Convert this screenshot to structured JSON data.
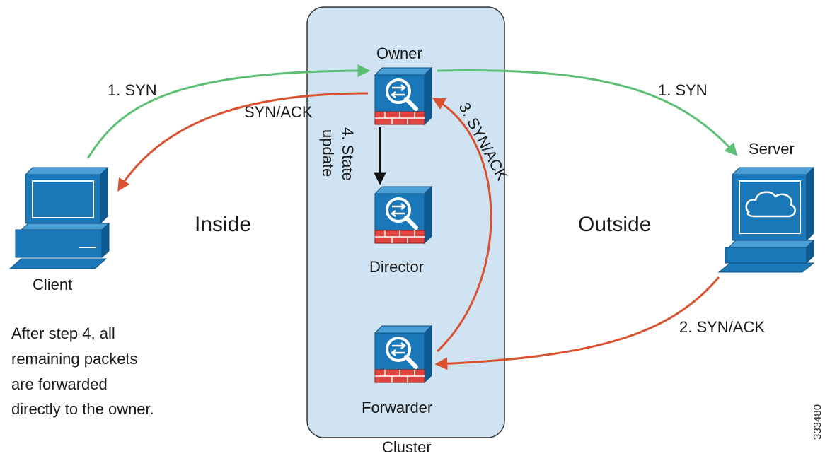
{
  "labels": {
    "owner": "Owner",
    "director": "Director",
    "forwarder": "Forwarder",
    "cluster": "Cluster",
    "client": "Client",
    "server": "Server",
    "inside": "Inside",
    "outside": "Outside",
    "syn_left": "1. SYN",
    "syn_right": "1. SYN",
    "synack_client": "SYN/ACK",
    "synack_server": "2. SYN/ACK",
    "synack_owner": "3. SYN/ACK",
    "state_update_line1": "4. State",
    "state_update_line2": "update",
    "note_line1": "After step 4, all",
    "note_line2": "remaining packets",
    "note_line3": "are forwarded",
    "note_line4": "directly to the owner.",
    "figure_id": "333480"
  },
  "colors": {
    "cluster_fill": "#cfe3f2",
    "device_blue": "#1a78b8",
    "firewall_red": "#e0443f",
    "syn_green": "#5cbf74",
    "synack_red": "#d9512f",
    "state_arrow": "#111111"
  },
  "icons": {
    "firewall": "asa-firewall-icon",
    "client": "desktop-computer-icon",
    "server": "cloud-server-icon"
  }
}
